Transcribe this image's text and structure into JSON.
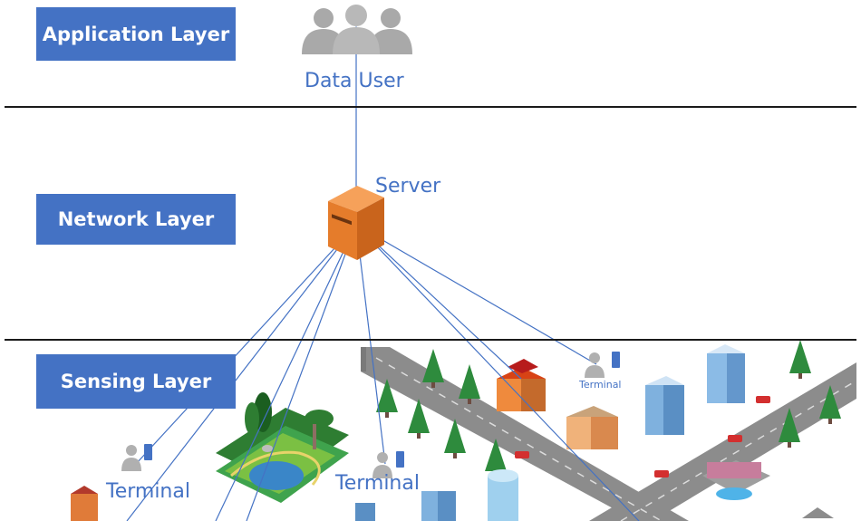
{
  "layers": {
    "application": "Application Layer",
    "network": "Network Layer",
    "sensing": "Sensing Layer"
  },
  "nodes": {
    "data_user": "Data User",
    "server": "Server",
    "terminal_left": "Terminal",
    "terminal_center": "Terminal",
    "terminal_right": "Terminal"
  },
  "colors": {
    "layer_box": "#4472c4",
    "link_line": "#4472c4",
    "server": "#e57c2b",
    "road": "#8c8c8c"
  },
  "icons": [
    "users-icon",
    "server-icon",
    "terminal-icon",
    "tree-icon",
    "building-icon",
    "car-icon",
    "park-icon"
  ]
}
